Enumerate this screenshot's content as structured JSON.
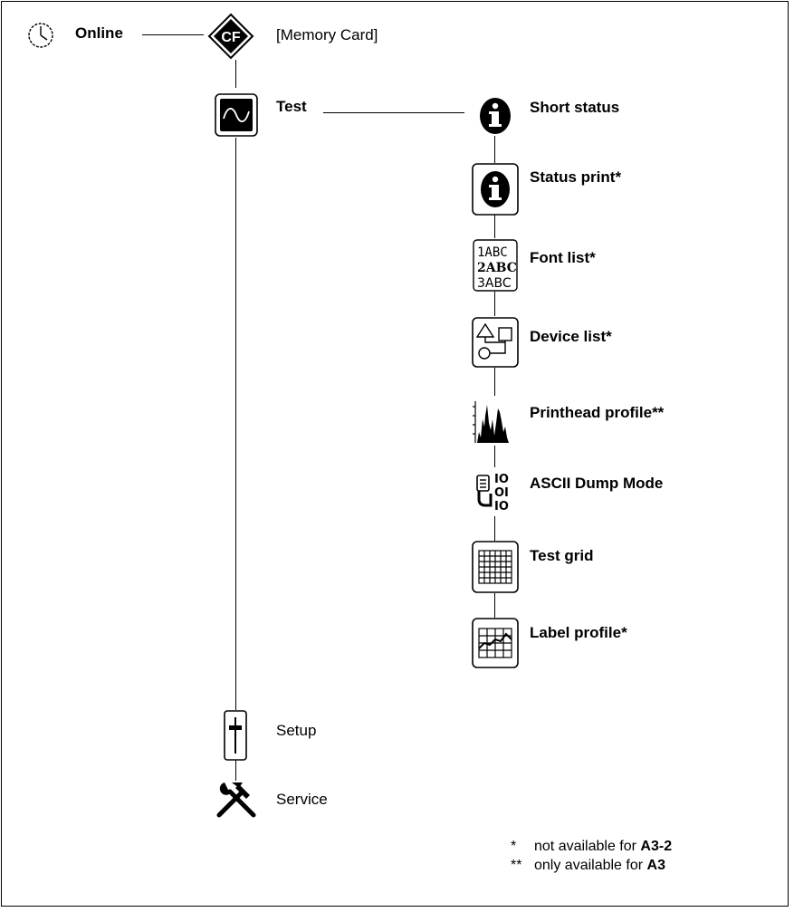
{
  "nodes": {
    "online": "Online",
    "memory_card": "[Memory Card]",
    "test": "Test",
    "setup": "Setup",
    "service": "Service"
  },
  "test_items": [
    {
      "label": "Short status",
      "icon": "info-icon"
    },
    {
      "label": "Status print*",
      "icon": "info-framed-icon"
    },
    {
      "label": "Font list*",
      "icon": "font-list-icon"
    },
    {
      "label": "Device list*",
      "icon": "device-list-icon"
    },
    {
      "label": "Printhead profile**",
      "icon": "printhead-profile-icon"
    },
    {
      "label": "ASCII Dump Mode",
      "icon": "ascii-dump-icon"
    },
    {
      "label": "Test grid",
      "icon": "test-grid-icon"
    },
    {
      "label": "Label profile*",
      "icon": "label-profile-icon"
    }
  ],
  "font_icon_text": [
    "1ABC",
    "2ABC",
    "3ABC"
  ],
  "ascii_icon_text": [
    "IO",
    "OI",
    "IO"
  ],
  "memory_card_icon_text": "CF",
  "footnotes": [
    {
      "mark": "*",
      "text": "not available for ",
      "model": "A3-2"
    },
    {
      "mark": "**",
      "text": "only available for ",
      "model": "A3"
    }
  ]
}
